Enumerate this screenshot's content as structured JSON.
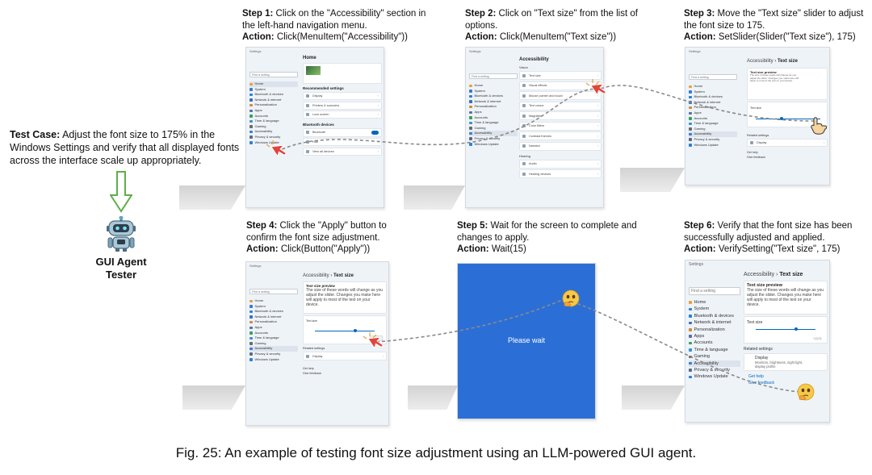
{
  "figure_caption": "Fig. 25: An example of testing font size adjustment using an LLM-powered GUI agent.",
  "test_case": {
    "label": "Test Case:",
    "text": "Adjust the font size to 175% in the Windows Settings and verify that all displayed fonts across the interface scale up appropriately."
  },
  "agent": {
    "label_line1": "GUI Agent",
    "label_line2": "Tester"
  },
  "steps": [
    {
      "head": "Step 1:",
      "desc": "Click on the \"Accessibility\" section in the left-hand navigation menu.",
      "action_label": "Action:",
      "action": "Click(MenuItem(\"Accessibility\"))"
    },
    {
      "head": "Step 2:",
      "desc": "Click on \"Text size\" from the list of options.",
      "action_label": "Action:",
      "action": "Click(MenuItem(\"Text size\"))"
    },
    {
      "head": "Step 3:",
      "desc": "Move the \"Text size\" slider to adjust the font size to 175.",
      "action_label": "Action:",
      "action": "SetSlider(Slider(\"Text size\"), 175)"
    },
    {
      "head": "Step 4:",
      "desc": "Click the \"Apply\" button to confirm the font size adjustment.",
      "action_label": "Action:",
      "action": "Click(Button(\"Apply\"))"
    },
    {
      "head": "Step 5:",
      "desc": "Wait for the screen to complete and changes to apply.",
      "action_label": "Action:",
      "action": "Wait(15)"
    },
    {
      "head": "Step 6:",
      "desc": "Verify that the font size has been successfully adjusted and applied.",
      "action_label": "Action:",
      "action": "VerifySetting(\"Text size\", 175)"
    }
  ],
  "settings_ui": {
    "window_title": "Settings",
    "search_placeholder": "Find a setting",
    "nav_items": [
      "Home",
      "System",
      "Bluetooth & devices",
      "Network & internet",
      "Personalization",
      "Apps",
      "Accounts",
      "Time & language",
      "Gaming",
      "Accessibility",
      "Privacy & security",
      "Windows Update"
    ],
    "home": {
      "title": "Home",
      "recommended": "Recommended settings",
      "cards": [
        "Display",
        "Printers & scanners",
        "Lock screen"
      ],
      "bluetooth": "Bluetooth devices",
      "bt_cards": [
        "Bluetooth",
        "Hub",
        "View all devices"
      ]
    },
    "accessibility": {
      "title": "Accessibility",
      "section": "Vision",
      "items": [
        "Text size",
        "Visual effects",
        "Mouse pointer and touch",
        "Text cursor",
        "Magnifier",
        "Color filters",
        "Contrast themes",
        "Narrator"
      ],
      "hearing": "Hearing",
      "hearing_items": [
        "Audio",
        "Hearing devices"
      ]
    },
    "text_size": {
      "breadcrumb_parent": "Accessibility",
      "breadcrumb_sep": "›",
      "breadcrumb_current": "Text size",
      "preview_title": "Text size preview",
      "preview_text": "The size of these words will change as you adjust the slider. Changes you make here will apply to most of the text on your device.",
      "slider_label": "Text size",
      "apply": "Apply",
      "related": "Related settings",
      "display": "Display",
      "display_sub": "Monitors, brightness, night light, display profile",
      "get_help": "Get help",
      "give_feedback": "Give feedback"
    },
    "please_wait": "Please wait"
  },
  "colors": {
    "accent": "#0067c0",
    "wait_screen": "#2b6fd6",
    "cursor": "#e0443a",
    "arrow": "#5fae4a"
  }
}
